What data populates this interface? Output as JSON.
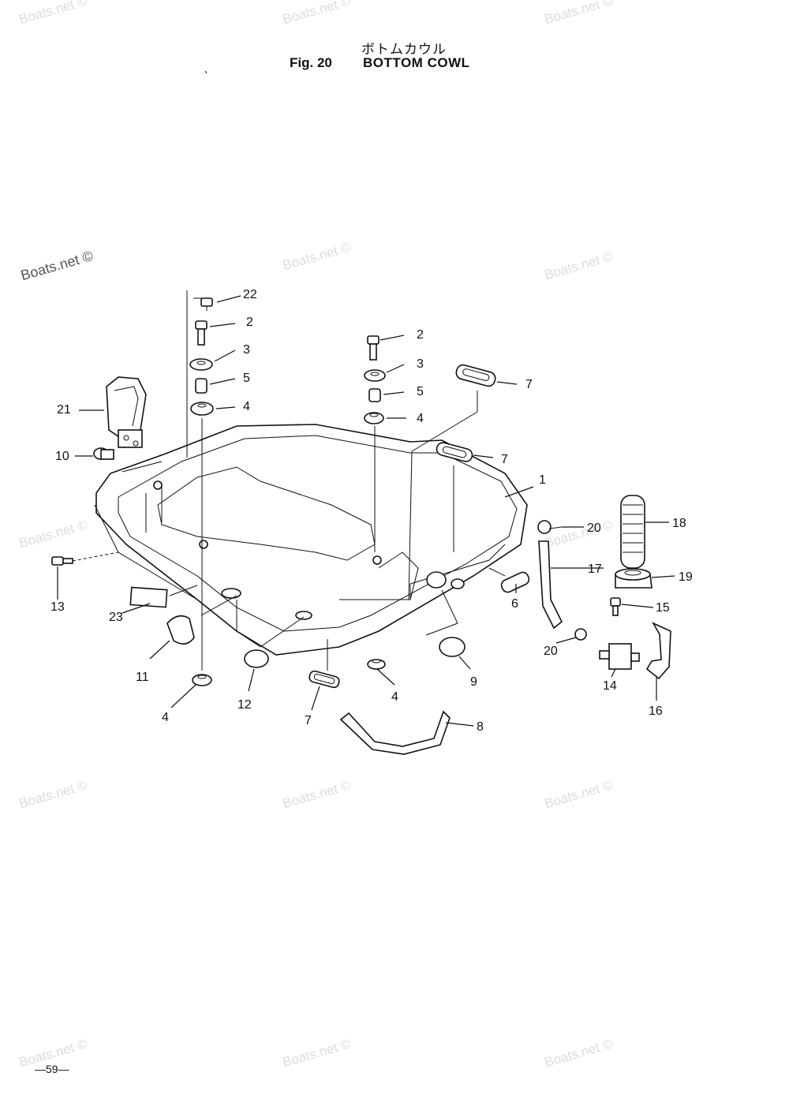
{
  "title": {
    "japanese": "ボトムカウル",
    "figure": "Fig. 20",
    "name": "BOTTOM COWL"
  },
  "watermark": "Boats.net ©",
  "page_number": "—59—",
  "callouts": [
    "22",
    "2",
    "3",
    "5",
    "4",
    "2",
    "3",
    "5",
    "4",
    "7",
    "7",
    "21",
    "10",
    "1",
    "18",
    "20",
    "17",
    "19",
    "13",
    "6",
    "15",
    "23",
    "20",
    "11",
    "9",
    "14",
    "12",
    "4",
    "4",
    "7",
    "16",
    "8"
  ]
}
